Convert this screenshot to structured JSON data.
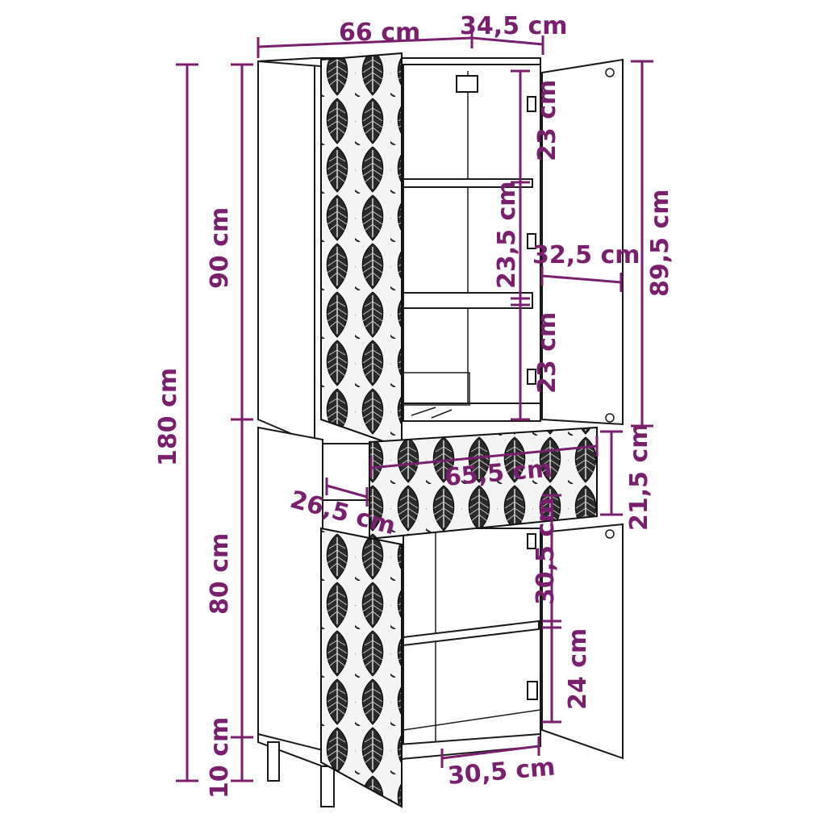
{
  "colors": {
    "dimension": "#7a1f6e",
    "outline": "#1a1a1a",
    "background": "#ffffff"
  },
  "dimensions": {
    "width_top": "66 cm",
    "depth_top": "34,5 cm",
    "height_total": "180 cm",
    "height_upper": "90 cm",
    "height_lower": "80 cm",
    "leg_height": "10 cm",
    "shelf_gap_1": "23 cm",
    "shelf_gap_2": "23,5 cm",
    "shelf_gap_3": "23 cm",
    "inner_depth": "32,5 cm",
    "door_height_upper": "89,5 cm",
    "drawer_width": "65,5 cm",
    "drawer_depth": "26,5 cm",
    "drawer_height": "21,5 cm",
    "lower_gap_1": "30,5 cm",
    "lower_gap_2": "24 cm",
    "lower_inner_width": "30,5 cm"
  },
  "icons": [
    "hinge-icon",
    "leaf-pattern-icon"
  ]
}
